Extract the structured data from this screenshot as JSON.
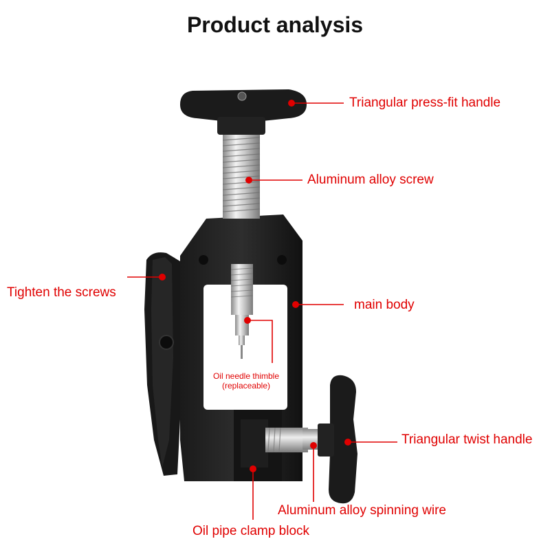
{
  "title": "Product analysis",
  "accent_color": "#e00000",
  "labels": {
    "press_handle": "Triangular press-fit handle",
    "screw": "Aluminum alloy screw",
    "tighten": "Tighten the screws",
    "main_body": "main body",
    "needle_line1": "Oil needle thimble",
    "needle_line2": "(replaceable)",
    "twist_handle": "Triangular twist handle",
    "spinning_wire": "Aluminum alloy spinning wire",
    "clamp_block": "Oil pipe clamp block"
  }
}
